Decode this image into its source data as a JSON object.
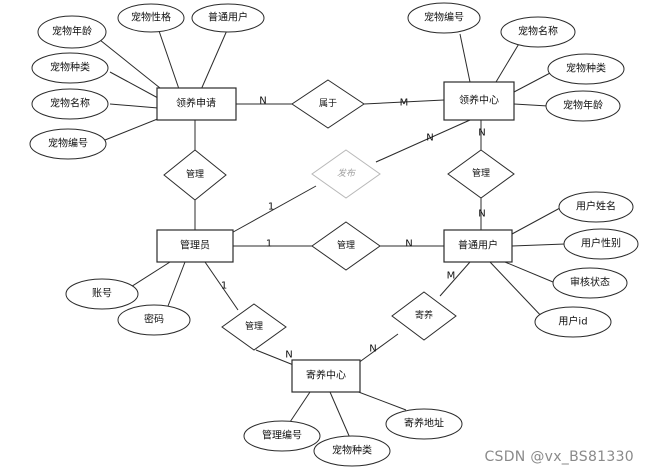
{
  "entities": {
    "adoption_application": "领养申请",
    "adoption_center": "领养中心",
    "admin": "管理员",
    "regular_user": "普通用户",
    "foster_center": "寄养中心"
  },
  "attributes": {
    "app_pet_age": "宠物年龄",
    "app_pet_nature": "宠物性格",
    "app_user": "普通用户",
    "app_pet_type": "宠物种类",
    "app_pet_name": "宠物名称",
    "app_pet_id": "宠物编号",
    "ctr_pet_id": "宠物编号",
    "ctr_pet_name": "宠物名称",
    "ctr_pet_type": "宠物种类",
    "ctr_pet_age": "宠物年龄",
    "user_name": "用户姓名",
    "user_gender": "用户性别",
    "user_review": "审核状态",
    "user_id": "用户id",
    "admin_account": "账号",
    "admin_password": "密码",
    "foster_mgmt_id": "管理编号",
    "foster_pet_type": "宠物种类",
    "foster_address": "寄养地址"
  },
  "relationships": {
    "belongs_to": "属于",
    "release": "发布",
    "manage_app": "管理",
    "manage_center_user": "管理",
    "manage_admin_user": "管理",
    "manage_admin_foster": "管理",
    "foster": "寄养"
  },
  "cardinalities": {
    "app_belongs": "N",
    "belongs_center": "M",
    "center_release": "N",
    "release_admin": "1",
    "center_manage": "N",
    "manage_user": "N",
    "admin_manage": "1",
    "manage_user2": "N",
    "admin_manage_foster": "1",
    "manage_foster": "N",
    "user_foster": "M",
    "foster_foster": "N"
  },
  "watermark": "CSDN @vx_BS81330"
}
